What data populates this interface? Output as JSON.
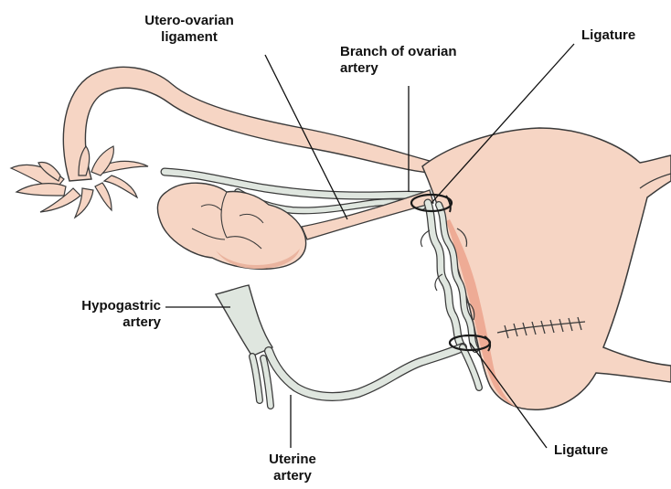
{
  "colors": {
    "tissue_fill": "#f6d5c4",
    "tissue_edge": "#e6a38a",
    "vessel_fill": "#dfe6df",
    "outline": "#3a3a3a",
    "label_text": "#111111"
  },
  "labels": {
    "utero_ovarian": {
      "line1": "Utero-ovarian",
      "line2": "ligament"
    },
    "branch_ovarian": {
      "line1": "Branch of ovarian",
      "line2": "artery"
    },
    "ligature_top": {
      "line1": "Ligature"
    },
    "hypogastric": {
      "line1": "Hypogastric",
      "line2": "artery"
    },
    "uterine": {
      "line1": "Uterine",
      "line2": "artery"
    },
    "ligature_bottom": {
      "line1": "Ligature"
    }
  }
}
